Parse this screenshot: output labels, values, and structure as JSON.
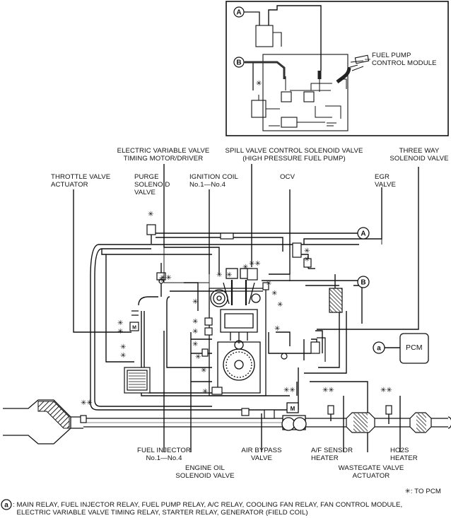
{
  "labels": {
    "fuel_pump_control_module": "FUEL PUMP\nCONTROL MODULE",
    "evvt_motor_driver": "ELECTRIC VARIABLE VALVE\nTIMING MOTOR/DRIVER",
    "spill_valve": "SPILL VALVE CONTROL SOLENOID VALVE\n(HIGH PRESSURE FUEL PUMP)",
    "three_way_solenoid": "THREE WAY\nSOLENOID VALVE",
    "throttle_valve_actuator": "THROTTLE VALVE\nACTUATOR",
    "purge_solenoid": "PURGE\nSOLENOID\nVALVE",
    "ignition_coil": "IGNITION COIL\nNo.1—No.4",
    "ocv": "OCV",
    "egr_valve": "EGR\nVALVE",
    "pcm": "PCM",
    "fuel_injector": "FUEL INJECTOR\nNo.1—No.4",
    "engine_oil_solenoid": "ENGINE OIL\nSOLENOID VALVE",
    "air_bypass_valve": "AIR BYPASS\nVALVE",
    "af_sensor_heater": "A/F SENSOR\nHEATER",
    "wastegate_valve_actuator": "WASTEGATE VALVE\nACTUATOR",
    "ho2s_heater": "HO2S\nHEATER",
    "to_pcm_note": "✳: TO PCM",
    "legend_note": ": MAIN RELAY, FUEL INJECTOR RELAY, FUEL PUMP RELAY, A/C RELAY, COOLING FAN RELAY, FAN CONTROL MODULE,\n  ELECTRIC VARIABLE VALVE TIMING RELAY, STARTER RELAY, GENERATOR (FIELD COIL)"
  },
  "markers": {
    "a": "a",
    "A": "A",
    "B": "B",
    "star": "✳",
    "double_star": "✳✳"
  }
}
